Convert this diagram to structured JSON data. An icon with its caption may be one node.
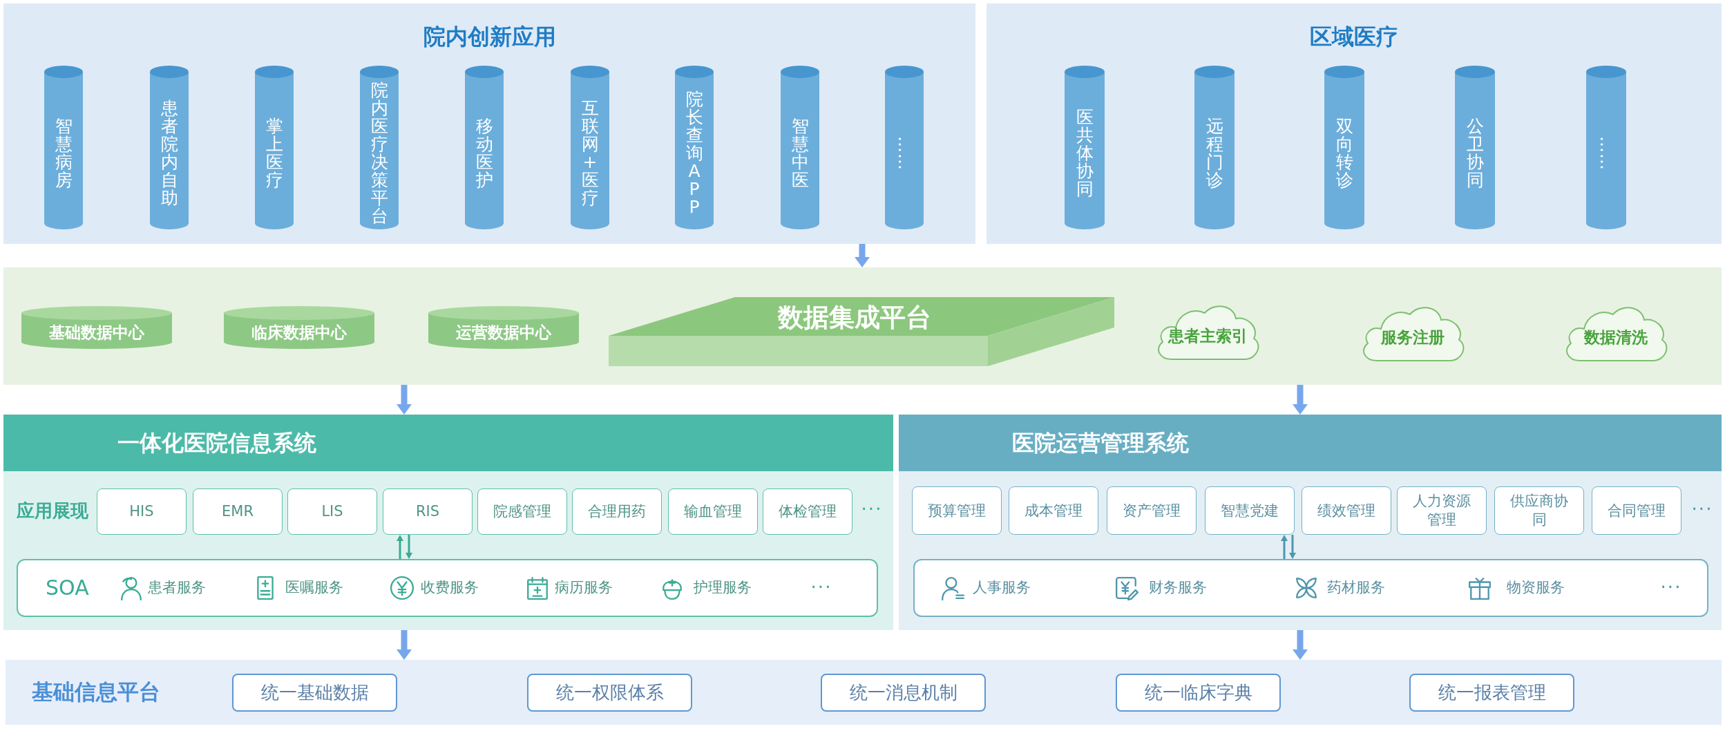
{
  "diagram": {
    "nodes": [
      {
        "text": [
          "院内创新应用"
        ]
      },
      {
        "text": [
          "智慧病房"
        ],
        "in": 0
      },
      {
        "text": [
          "患者院内自助"
        ],
        "in": 0
      },
      {
        "text": [
          "掌上医疗"
        ],
        "in": 0
      },
      {
        "text": [
          "院内医疗决策平台"
        ],
        "in": 0
      },
      {
        "text": [
          "移动医护"
        ],
        "in": 0
      },
      {
        "text": [
          "互联网+医疗"
        ],
        "in": 0
      },
      {
        "text": [
          "院长查询APP"
        ],
        "in": 0
      },
      {
        "text": [
          "智慧中医"
        ],
        "in": 0
      },
      {
        "text": [
          "……"
        ],
        "in": 0
      },
      {
        "text": [
          "区域医疗"
        ]
      },
      {
        "text": [
          "医共体协同"
        ],
        "in": 10
      },
      {
        "text": [
          "远程门诊"
        ],
        "in": 10
      },
      {
        "text": [
          "双向转诊"
        ],
        "in": 10
      },
      {
        "text": [
          "公卫协同"
        ],
        "in": 10
      },
      {
        "text": [
          "……"
        ],
        "in": 10
      },
      {
        "text": [],
        "shape": "box"
      },
      {
        "text": [
          "基础数据中心"
        ],
        "in": 16
      },
      {
        "text": [
          "临床数据中心"
        ],
        "in": 16
      },
      {
        "text": [
          "运营数据中心"
        ],
        "in": 16
      },
      {
        "text": [
          "数据集成平台"
        ],
        "in": 16
      },
      {
        "text": [
          "患者主索引"
        ],
        "in": 16
      },
      {
        "text": [
          "服务注册"
        ],
        "in": 16
      },
      {
        "text": [
          "数据清洗"
        ],
        "in": 16
      },
      {
        "text": [
          "一体化医院信息系统"
        ]
      },
      {
        "text": [
          "HIS"
        ],
        "in": 24
      },
      {
        "text": [
          "EMR"
        ],
        "in": 24
      },
      {
        "text": [
          "LIS"
        ],
        "in": 24
      },
      {
        "text": [
          "RIS"
        ],
        "in": 24
      },
      {
        "text": [
          "院感管理"
        ],
        "in": 24
      },
      {
        "text": [
          "合理用药"
        ],
        "in": 24
      },
      {
        "text": [
          "输血管理"
        ],
        "in": 24
      },
      {
        "text": [
          "体检管理"
        ],
        "in": 24
      },
      {
        "text": [
          "SOA",
          "患者服务",
          "医嘱服务",
          "收费服务",
          "病历服务",
          "护理服务",
          "···"
        ],
        "in": 24
      },
      {
        "text": [
          "医院运营管理系统"
        ]
      },
      {
        "text": [
          "预算管理"
        ],
        "in": 34
      },
      {
        "text": [
          "成本管理"
        ],
        "in": 34
      },
      {
        "text": [
          "资产管理"
        ],
        "in": 34
      },
      {
        "text": [
          "智慧党建"
        ],
        "in": 34
      },
      {
        "text": [
          "绩效管理"
        ],
        "in": 34
      },
      {
        "text": [
          "人力资源管理"
        ],
        "in": 34
      },
      {
        "text": [
          "供应商协同"
        ],
        "in": 34
      },
      {
        "text": [
          "合同管理"
        ],
        "in": 34
      },
      {
        "text": [
          "人事服务",
          "财务服务",
          "药材服务",
          "物资服务",
          "···"
        ],
        "in": 34
      },
      {
        "text": [
          "基础信息平台"
        ]
      },
      {
        "text": [
          "统一基础数据"
        ],
        "in": 44
      },
      {
        "text": [
          "统一权限体系"
        ],
        "in": 44
      },
      {
        "text": [
          "统一消息机制"
        ],
        "in": 44
      },
      {
        "text": [
          "统一临床字典"
        ],
        "in": 44
      },
      {
        "text": [
          "统一报表管理"
        ],
        "in": 44
      }
    ],
    "edges": [
      {
        "from": 0,
        "to": 16,
        "arrow": "to"
      },
      {
        "from": 16,
        "to": 24,
        "arrow": "to"
      },
      {
        "from": 16,
        "to": 34,
        "arrow": "to"
      },
      {
        "from": 24,
        "to": 44,
        "arrow": "to"
      },
      {
        "from": 34,
        "to": 44,
        "arrow": "to"
      },
      {
        "from": 33,
        "to": 28,
        "arrow": "to",
        "color": "#3bab95"
      },
      {
        "from": 28,
        "to": 33,
        "arrow": "to",
        "color": "#3bab95"
      },
      {
        "from": 43,
        "to": 38,
        "arrow": "to",
        "color": "#4f97ad"
      },
      {
        "from": 38,
        "to": 43,
        "arrow": "to",
        "color": "#4f97ad"
      }
    ],
    "labels": [
      "应用展现",
      "···",
      "···"
    ]
  }
}
